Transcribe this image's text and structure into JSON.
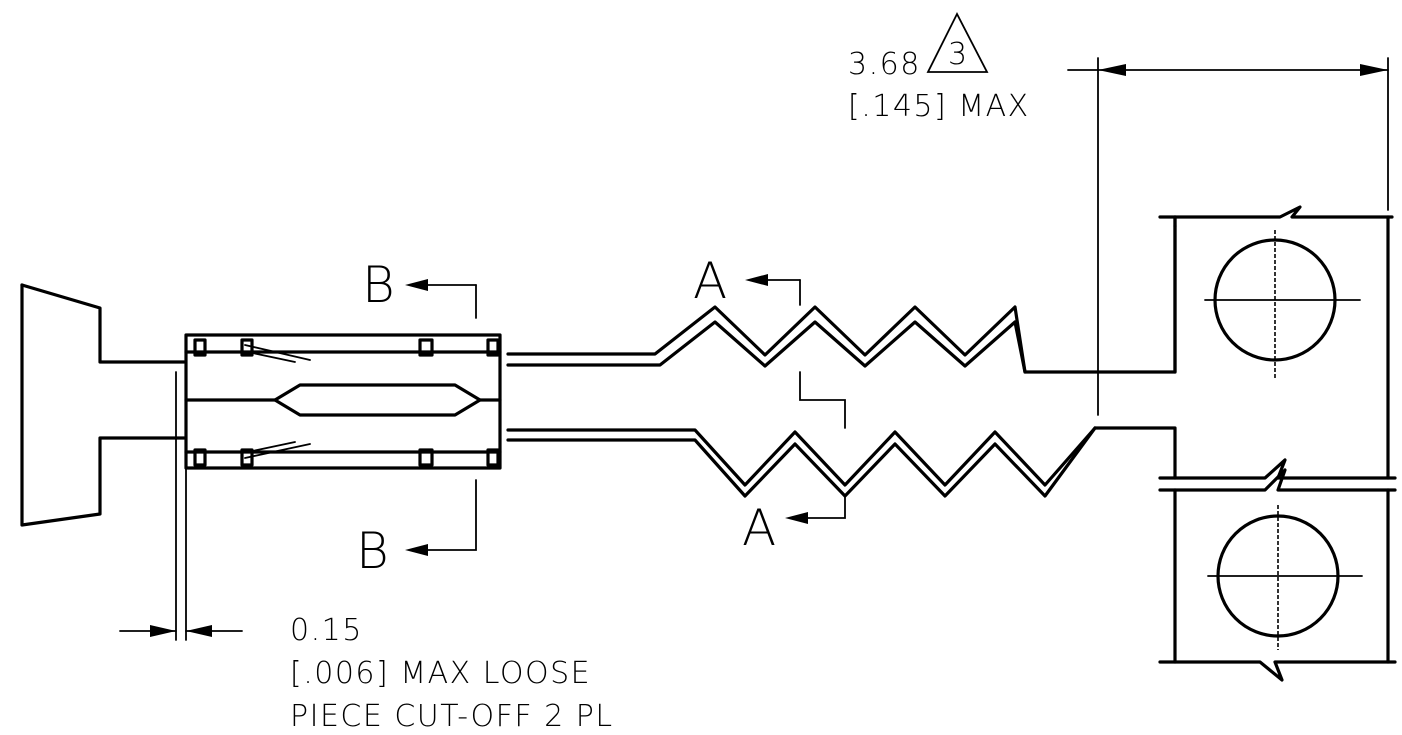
{
  "section_labels": {
    "section_b_top": "B",
    "section_b_bottom": "B",
    "section_a_top": "A",
    "section_a_bottom": "A"
  },
  "dimension_top": {
    "value_mm": "3.68",
    "note_number": "3",
    "value_in": "[.145] MAX"
  },
  "dimension_bottom": {
    "line1": "0.15",
    "line2": "[.006] MAX LOOSE",
    "line3": "PIECE CUT-OFF 2 PL"
  }
}
